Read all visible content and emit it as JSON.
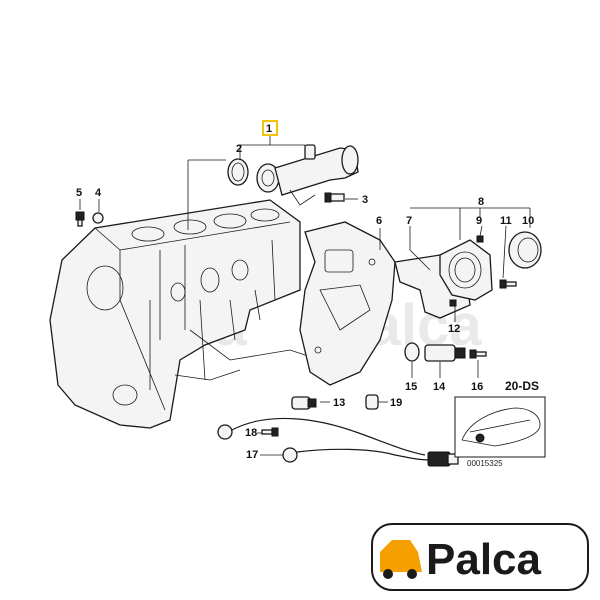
{
  "callouts": {
    "c1": "1",
    "c2": "2",
    "c3": "3",
    "c4": "4",
    "c5": "5",
    "c6": "6",
    "c7": "7",
    "c8": "8",
    "c9": "9",
    "c10": "10",
    "c11": "11",
    "c12": "12",
    "c13": "13",
    "c14": "14",
    "c15": "15",
    "c16": "16",
    "c17": "17",
    "c18": "18",
    "c19": "19"
  },
  "model_code": "20-DS",
  "part_number": "00015325",
  "watermark": "Palca",
  "logo": {
    "text": "Palca",
    "accent_color": "#f5a000",
    "text_color": "#1a1a1a"
  },
  "colors": {
    "line": "#1a1a1a",
    "highlight_box": "#f5c400"
  }
}
